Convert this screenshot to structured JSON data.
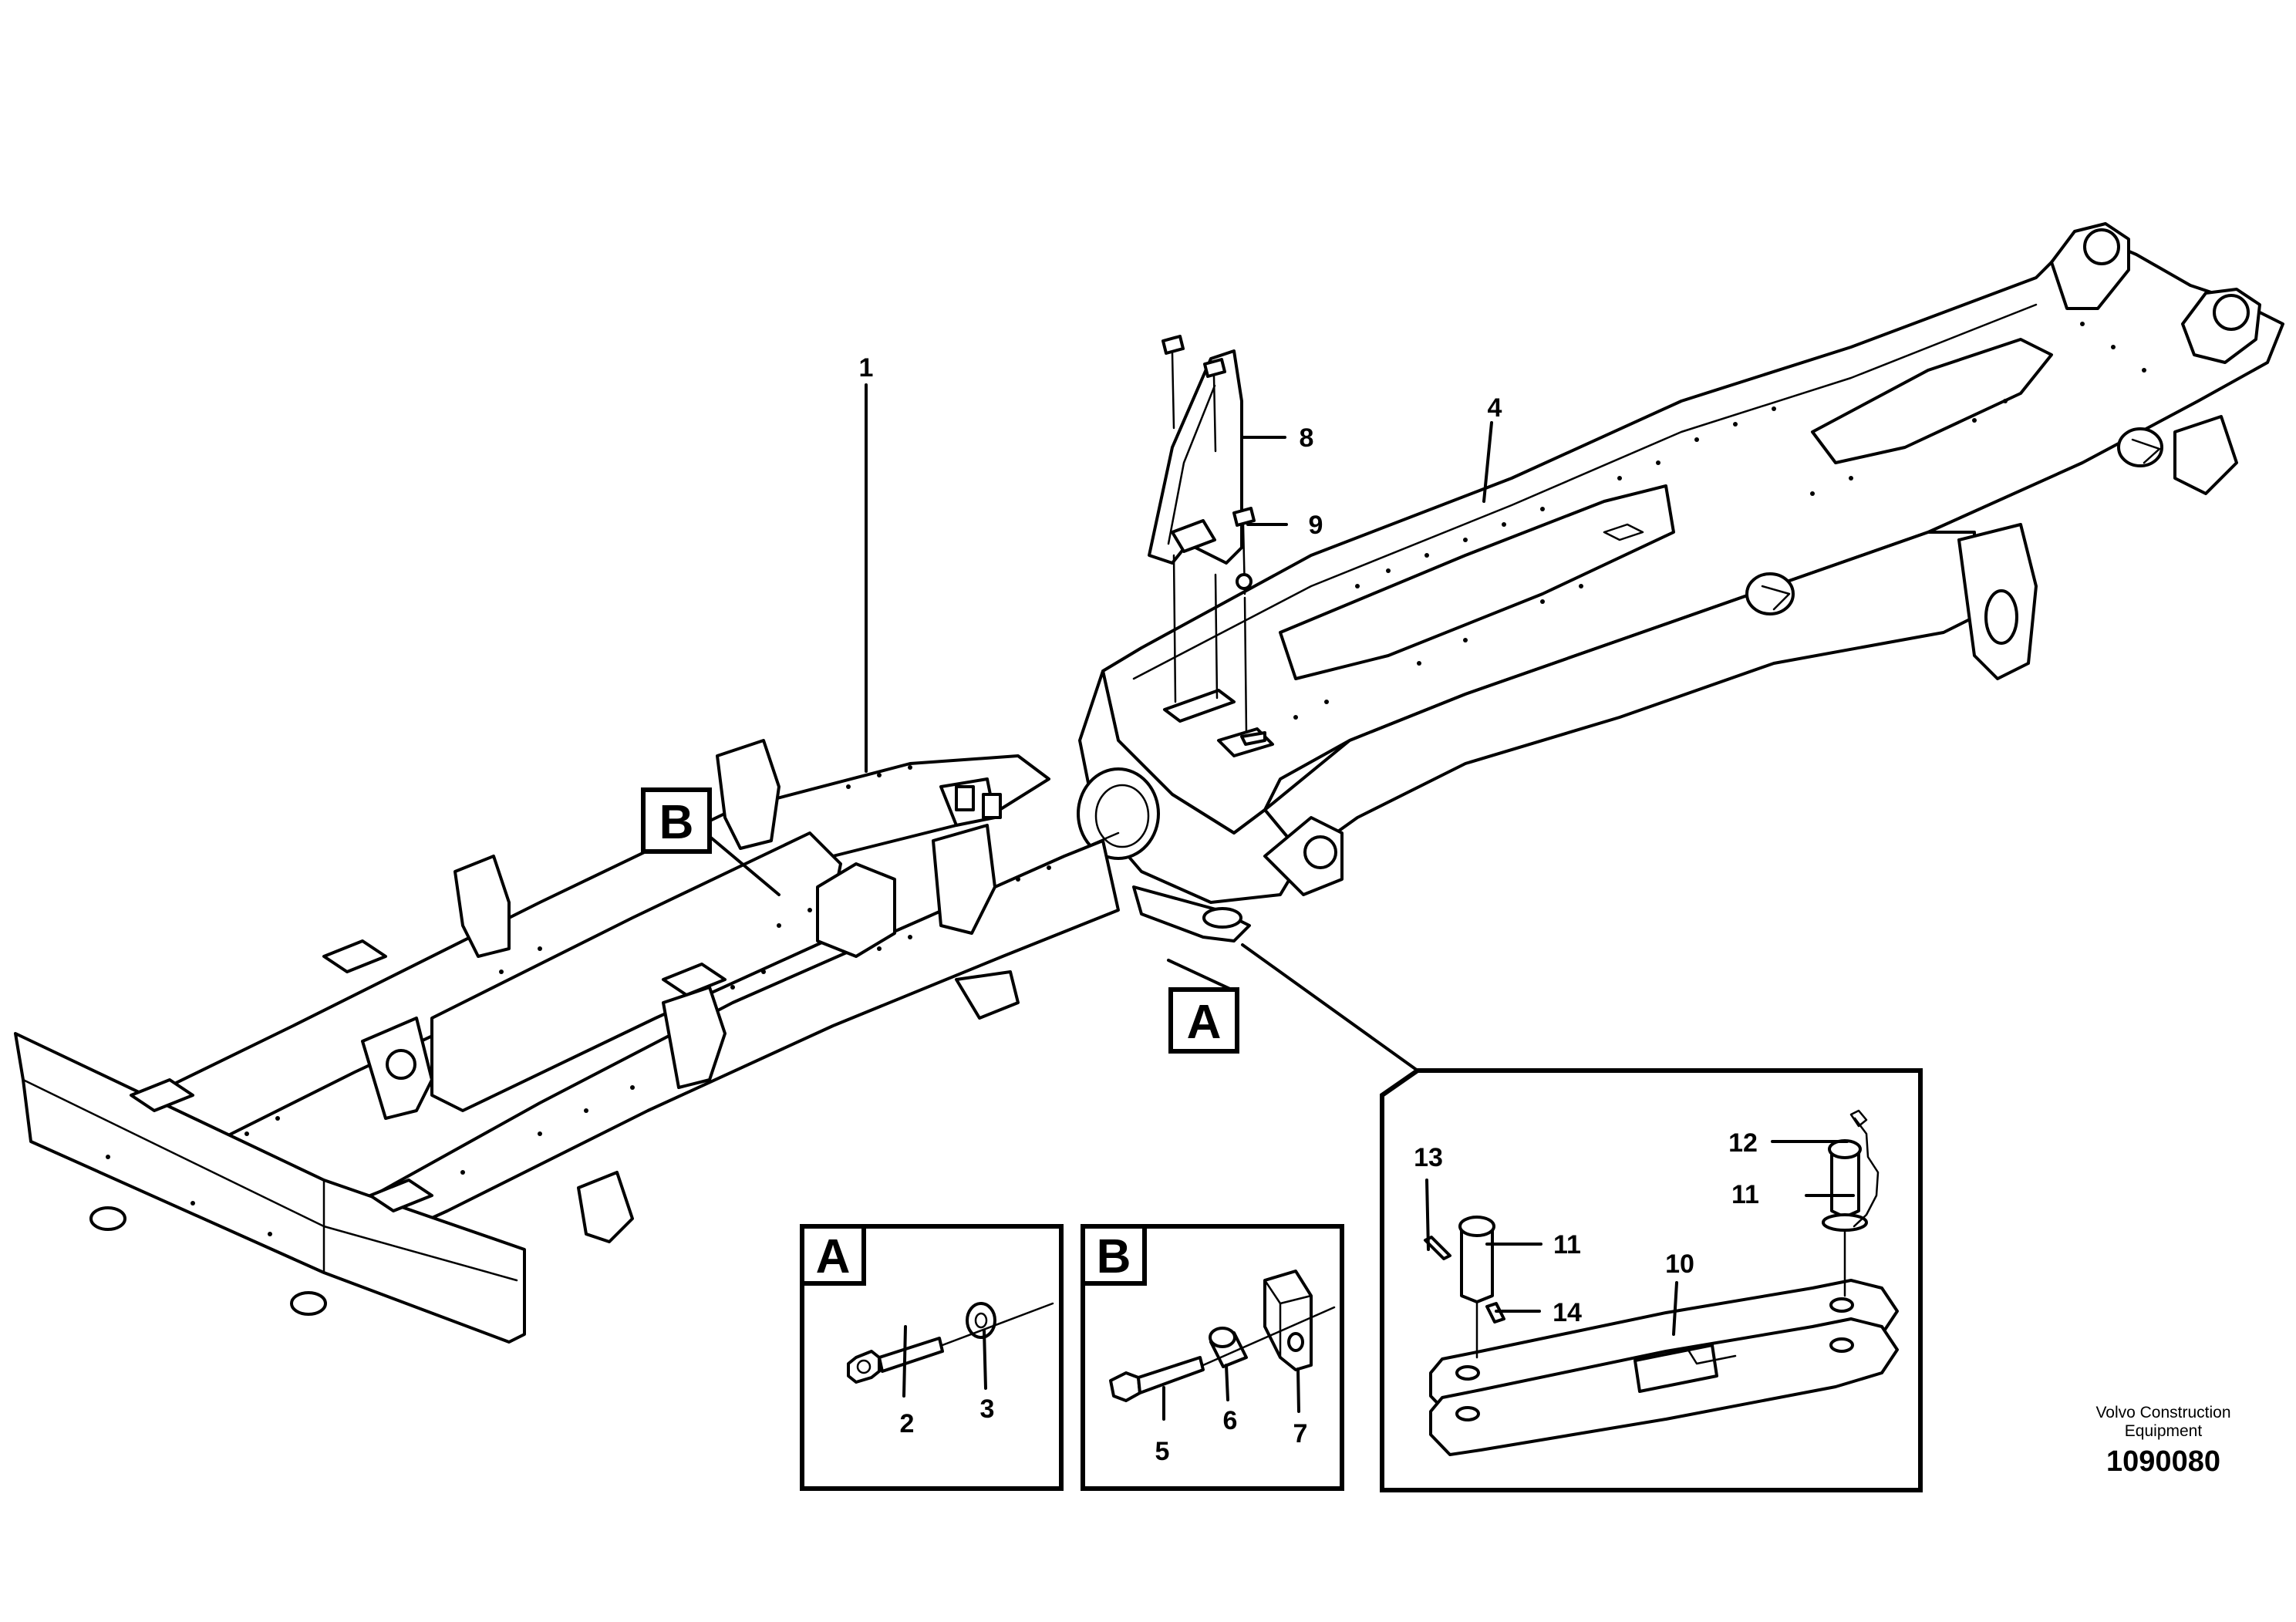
{
  "callouts": [
    {
      "id": "c1",
      "label": "1"
    },
    {
      "id": "c2",
      "label": "2"
    },
    {
      "id": "c3",
      "label": "3"
    },
    {
      "id": "c4",
      "label": "4"
    },
    {
      "id": "c5",
      "label": "5"
    },
    {
      "id": "c6",
      "label": "6"
    },
    {
      "id": "c7",
      "label": "7"
    },
    {
      "id": "c8",
      "label": "8"
    },
    {
      "id": "c9",
      "label": "9"
    },
    {
      "id": "c10",
      "label": "10"
    },
    {
      "id": "c11a",
      "label": "11"
    },
    {
      "id": "c11b",
      "label": "11"
    },
    {
      "id": "c12",
      "label": "12"
    },
    {
      "id": "c13",
      "label": "13"
    },
    {
      "id": "c14",
      "label": "14"
    }
  ],
  "detail_labels": {
    "a": "A",
    "b": "B"
  },
  "credit": {
    "line1": "Volvo Construction",
    "line2": "Equipment",
    "number": "1090080"
  }
}
